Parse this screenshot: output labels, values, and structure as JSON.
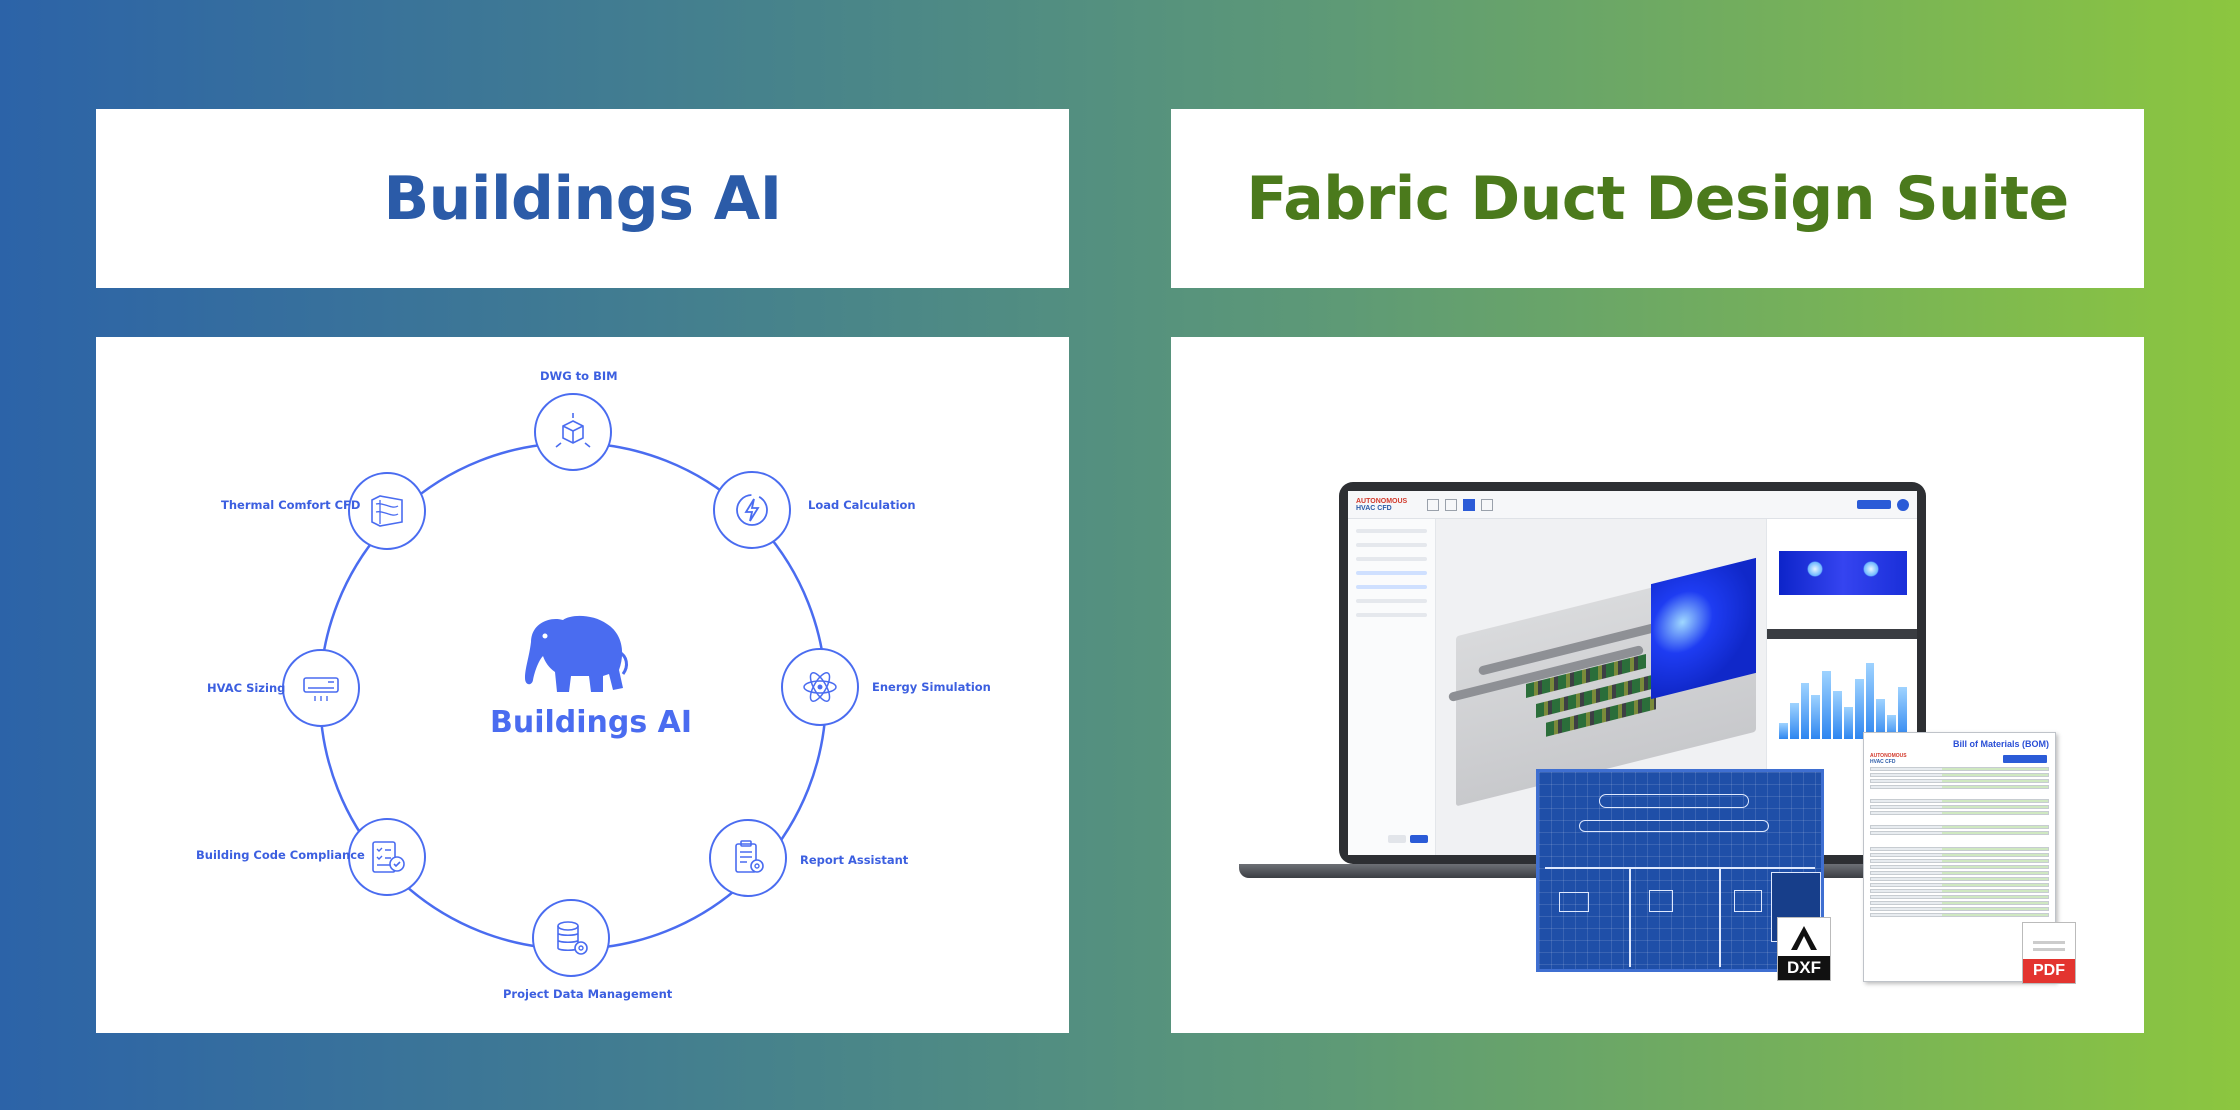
{
  "left": {
    "title": "Buildings AI",
    "diagram": {
      "center_label": "Buildings AI",
      "nodes": [
        {
          "label": "DWG to BIM",
          "icon": "cube-arrows-icon"
        },
        {
          "label": "Load Calculation",
          "icon": "lightning-icon"
        },
        {
          "label": "Energy Simulation",
          "icon": "atom-icon"
        },
        {
          "label": "Report Assistant",
          "icon": "clipboard-gear-icon"
        },
        {
          "label": "Project Data Management",
          "icon": "database-gear-icon"
        },
        {
          "label": "Building Code Compliance",
          "icon": "checklist-icon"
        },
        {
          "label": "HVAC Sizing",
          "icon": "air-conditioner-icon"
        },
        {
          "label": "Thermal Comfort CFD",
          "icon": "floor-plan-icon"
        }
      ],
      "accent_color": "#4a6cf0"
    }
  },
  "right": {
    "title": "Fabric Duct Design Suite",
    "app": {
      "logo_line1": "AUTONOMOUS",
      "logo_line2": "HVAC CFD"
    },
    "bom": {
      "title": "Bill of Materials (BOM)",
      "logo_line1": "AUTONOMOUS",
      "logo_line2": "HVAC CFD"
    },
    "badges": {
      "dxf": "DXF",
      "pdf": "PDF"
    }
  },
  "colors": {
    "left_title": "#2b5ba8",
    "right_title": "#4b7a1c"
  }
}
